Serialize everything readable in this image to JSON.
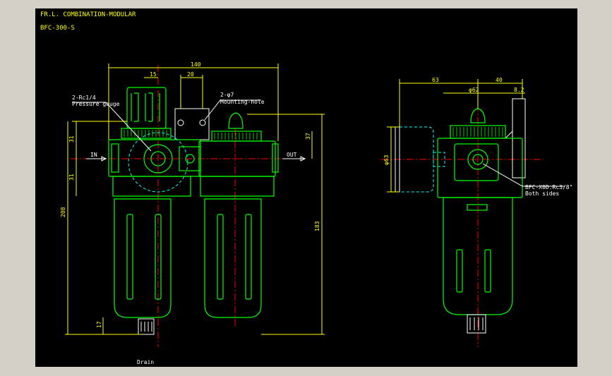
{
  "title": "FR.L. COMBINATION-MODULAR",
  "model": "BFC-300-S",
  "dims": {
    "total_width": "140",
    "gauge_offset": "15",
    "mount_spacing": "20",
    "height_upper": "31",
    "height_lower": "31",
    "total_height": "208",
    "right_height": "183",
    "top_offset": "37",
    "drain_height": "17",
    "side_width": "63",
    "side_right": "40",
    "bowl_dia": "φ62",
    "side_small": "8.2",
    "gauge_dia": "φ63"
  },
  "labels": {
    "gauge_port": "2-Rc1/4",
    "gauge_port_desc": "Pressure gauge",
    "mount_hole": "2-φ7",
    "mount_hole_desc": "Mounting-hole",
    "inlet": "IN",
    "outlet": "OUT",
    "drain": "Drain",
    "port_spec": "BFC-X0D.Rc3/8\"",
    "port_spec_desc": "Both sides"
  },
  "colors": {
    "background": "#000000",
    "frame": "#d4d0c8",
    "outline": "#00ff00",
    "dimension": "#ffff00",
    "centerline": "#ff0000",
    "hidden": "#00ffff"
  }
}
